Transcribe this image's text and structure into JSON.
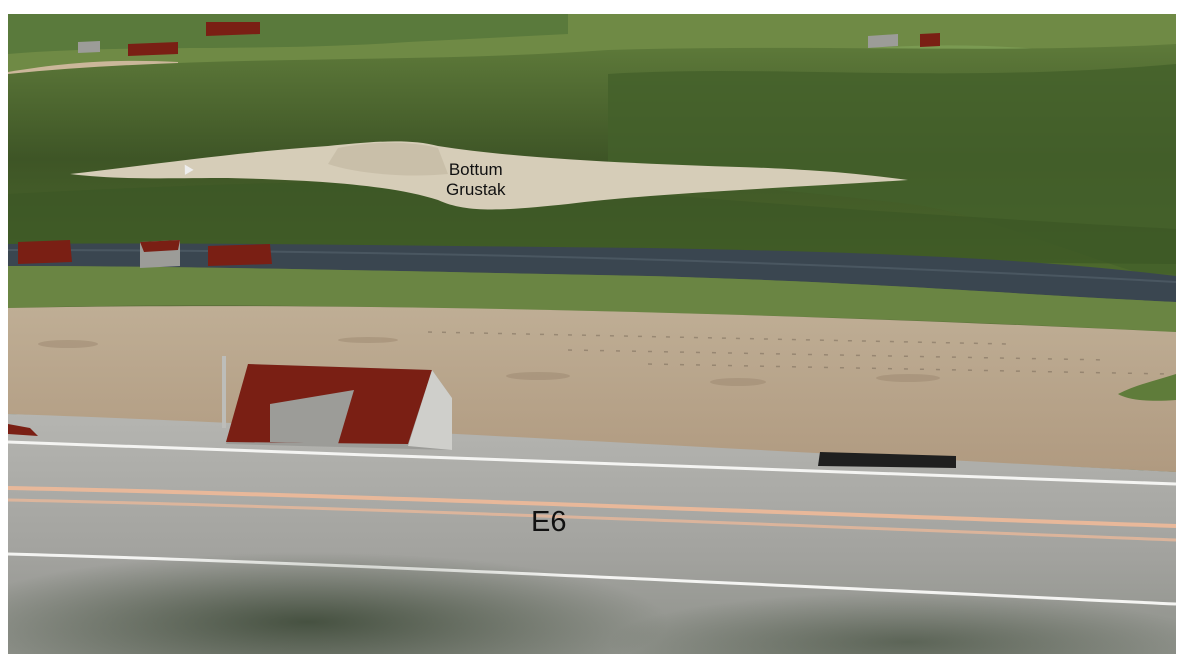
{
  "labels": {
    "quarry": [
      "Bottum",
      "Grustak"
    ],
    "road": "E6"
  },
  "colors": {
    "forest": "#4f6b2e",
    "forest_dark": "#34471f",
    "meadow": "#6f8a45",
    "river": "#3a4650",
    "gravel": "#d6cdb8",
    "field": "#b9a48b",
    "road": "#a6a6a2",
    "road_line_white": "#f4f4f2",
    "road_line_orange": "#e8b89a",
    "roof_red": "#7a1f14",
    "wall_grey": "#9c9c98",
    "label_text": "#111111"
  }
}
